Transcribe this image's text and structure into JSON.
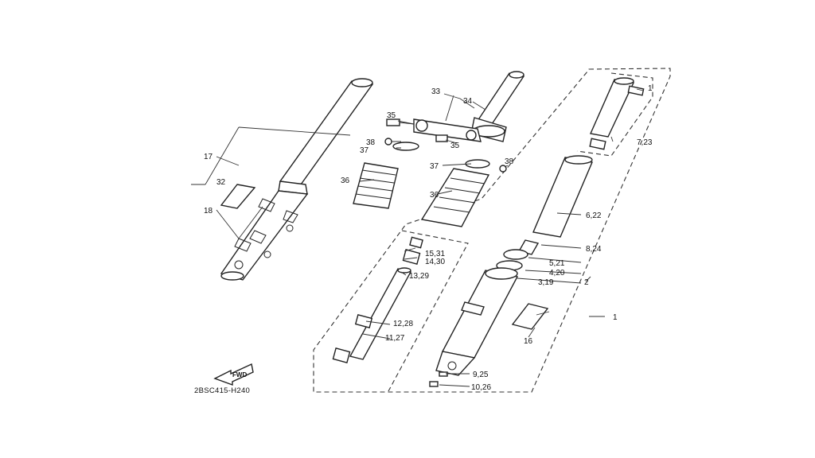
{
  "diagram": {
    "code": "2BSC415-H240",
    "fwd_label": "FWD",
    "labels": {
      "l1": "1",
      "l1b": "1",
      "l2": "2",
      "l3_19": "3,19",
      "l4_20": "4,20",
      "l5_21": "5,21",
      "l6_22": "6,22",
      "l7_23": "7,23",
      "l8_24": "8,24",
      "l9_25": "9,25",
      "l10_26": "10,26",
      "l11_27": "11,27",
      "l12_28": "12,28",
      "l13_29": "13,29",
      "l14_30": "14,30",
      "l15_31": "15,31",
      "l16": "16",
      "l17": "17",
      "l18": "18",
      "l32": "32",
      "l33": "33",
      "l34": "34",
      "l35a": "35",
      "l35b": "35",
      "l36a": "36",
      "l36b": "36",
      "l37a": "37",
      "l37b": "37",
      "l38a": "38",
      "l38b": "38"
    }
  }
}
